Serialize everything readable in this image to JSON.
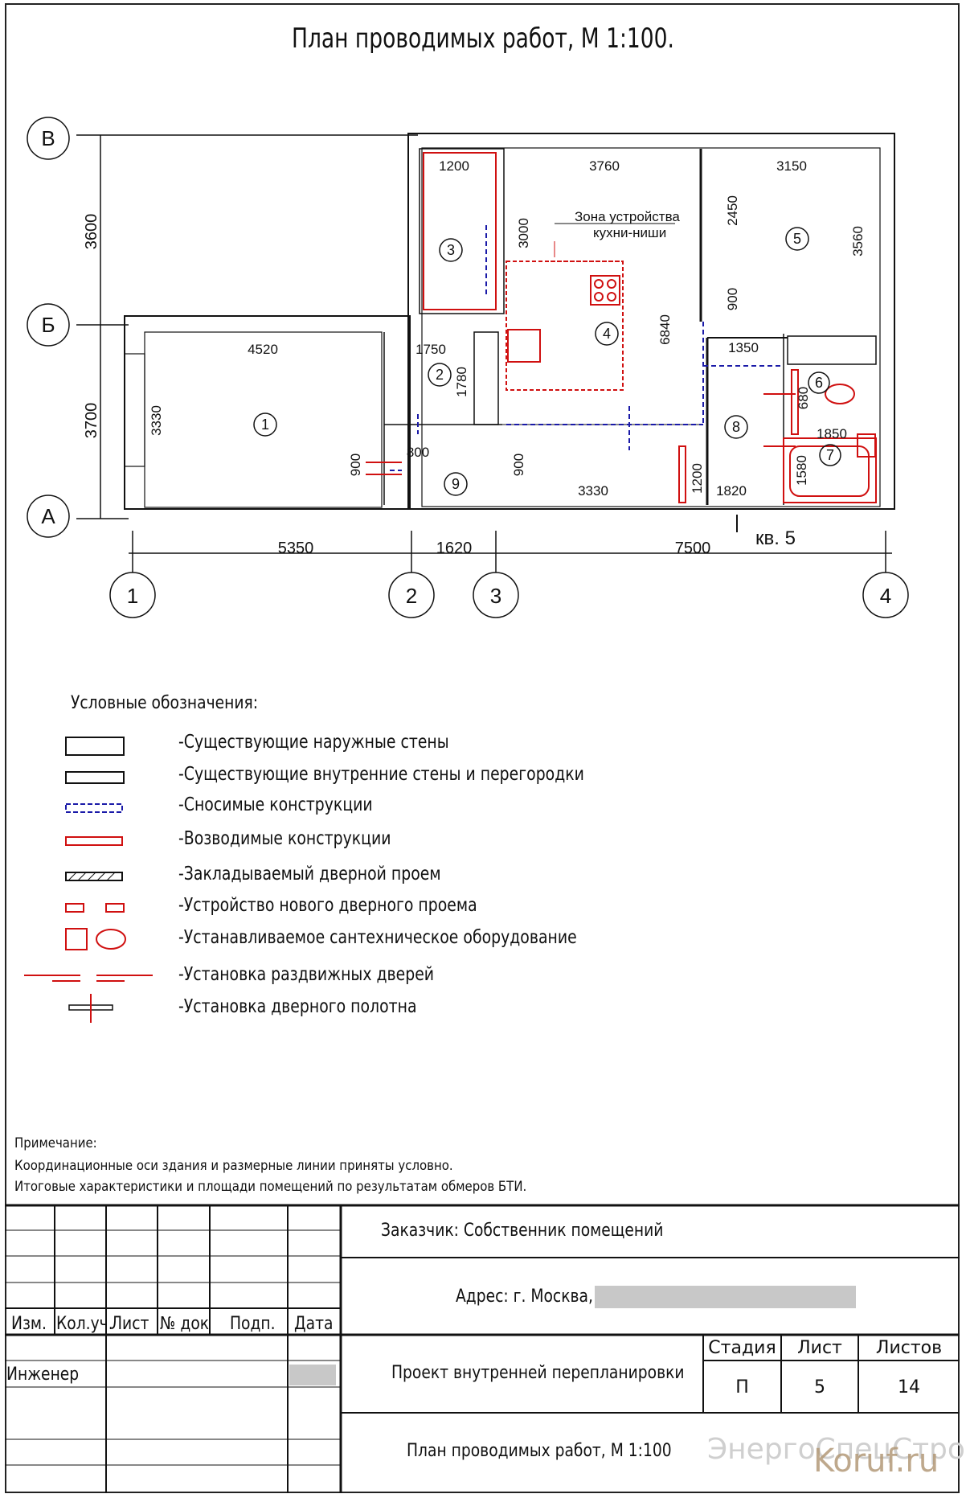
{
  "title": "План проводимых работ, М 1:100.",
  "axes": {
    "rows": [
      "В",
      "Б",
      "А"
    ],
    "cols": [
      "1",
      "2",
      "3",
      "4"
    ]
  },
  "dimensions": {
    "row_spans": [
      "3600",
      "3700"
    ],
    "col_spans": [
      "5350",
      "1620",
      "7500"
    ],
    "room_dims": [
      "4520",
      "3330",
      "1750",
      "1780",
      "800",
      "900",
      "1200",
      "3000",
      "3760",
      "3150",
      "2450",
      "900",
      "3560",
      "6840",
      "1350",
      "680",
      "1850",
      "1580",
      "1820",
      "1200",
      "900",
      "3330"
    ]
  },
  "rooms": [
    "1",
    "2",
    "3",
    "4",
    "5",
    "6",
    "7",
    "8",
    "9"
  ],
  "kitchen_zone_label": [
    "Зона устройства",
    "кухни-ниши"
  ],
  "apartment_label": "кв. 5",
  "legend": {
    "heading": "Условные обозначения:",
    "items": [
      "-Существующие наружные стены",
      "-Существующие внутренние стены и перегородки",
      "-Сносимые конструкции",
      "-Возводимые конструкции",
      "-Закладываемый дверной проем",
      "-Устройство нового дверного проема",
      "-Устанавливаемое сантехническое оборудование",
      "-Установка раздвижных дверей",
      "-Установка дверного полотна"
    ]
  },
  "notes": {
    "heading": "Примечание:",
    "lines": [
      "Координационные оси здания и размерные линии приняты условно.",
      "Итоговые характеристики и площади помещений по результатам обмеров БТИ."
    ]
  },
  "title_block": {
    "headers": [
      "Изм.",
      "Кол.уч.",
      "Лист",
      "№ док",
      "Подп.",
      "Дата"
    ],
    "role": "Инженер",
    "customer": "Заказчик: Собственник помещений",
    "address": "Адрес: г. Москва,",
    "project": "Проект внутренней перепланировки",
    "sheet_title": "План проводимых работ, М 1:100",
    "stage_label": "Стадия",
    "sheet_label": "Лист",
    "sheets_label": "Листов",
    "stage": "П",
    "sheet": "5",
    "sheets": "14"
  },
  "watermarks": [
    "ЭнергоСпецСтрой",
    "Koruf.ru"
  ],
  "colors": {
    "existing": "#111111",
    "demolished": "#1a1aa8",
    "new": "#d01010"
  }
}
